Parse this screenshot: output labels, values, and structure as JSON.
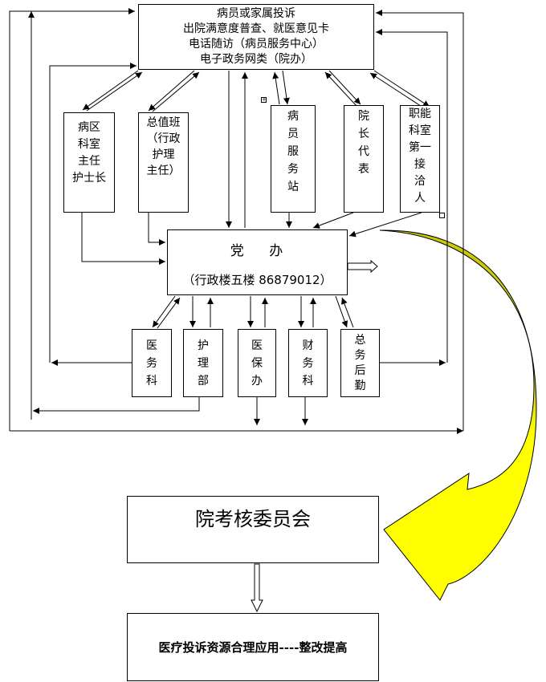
{
  "top_box": {
    "lines": [
      "病员或家属投诉",
      "出院满意度普查、就医意见卡",
      "电话随访（病员服务中心）",
      "电子政务网类（院办）"
    ]
  },
  "upper_units": [
    {
      "id": "ward",
      "lines": [
        "病区",
        "科室",
        "主任",
        "护士长"
      ]
    },
    {
      "id": "duty",
      "lines": [
        "总值班",
        "（行政",
        "护理",
        "主任）"
      ]
    },
    {
      "id": "patient-station",
      "lines": [
        "病",
        "员",
        "服",
        "务",
        "站"
      ]
    },
    {
      "id": "dean-rep",
      "lines": [
        "院",
        "长",
        "代",
        "表"
      ]
    },
    {
      "id": "functional",
      "lines": [
        "职能",
        "科室",
        "第一",
        "接",
        "洽",
        "人"
      ]
    }
  ],
  "party_office": {
    "title": "党    办",
    "subtitle": "（行政楼五楼 86879012）"
  },
  "lower_units": [
    {
      "id": "medical-affairs",
      "lines": [
        "医",
        "务",
        "科"
      ]
    },
    {
      "id": "nursing",
      "lines": [
        "护",
        "理",
        "部"
      ]
    },
    {
      "id": "insurance",
      "lines": [
        "医",
        "保",
        "办"
      ]
    },
    {
      "id": "finance",
      "lines": [
        "财",
        "务",
        "科"
      ]
    },
    {
      "id": "logistics",
      "lines": [
        "总",
        "务",
        "后",
        "勤"
      ]
    }
  ],
  "committee": {
    "title": "院考核委员会"
  },
  "bottom": {
    "text": "医疗投诉资源合理应用----整改提高"
  },
  "colors": {
    "curved_arrow_top": "#c8c80a",
    "curved_arrow_bottom": "#ffff00",
    "line": "#000000"
  }
}
